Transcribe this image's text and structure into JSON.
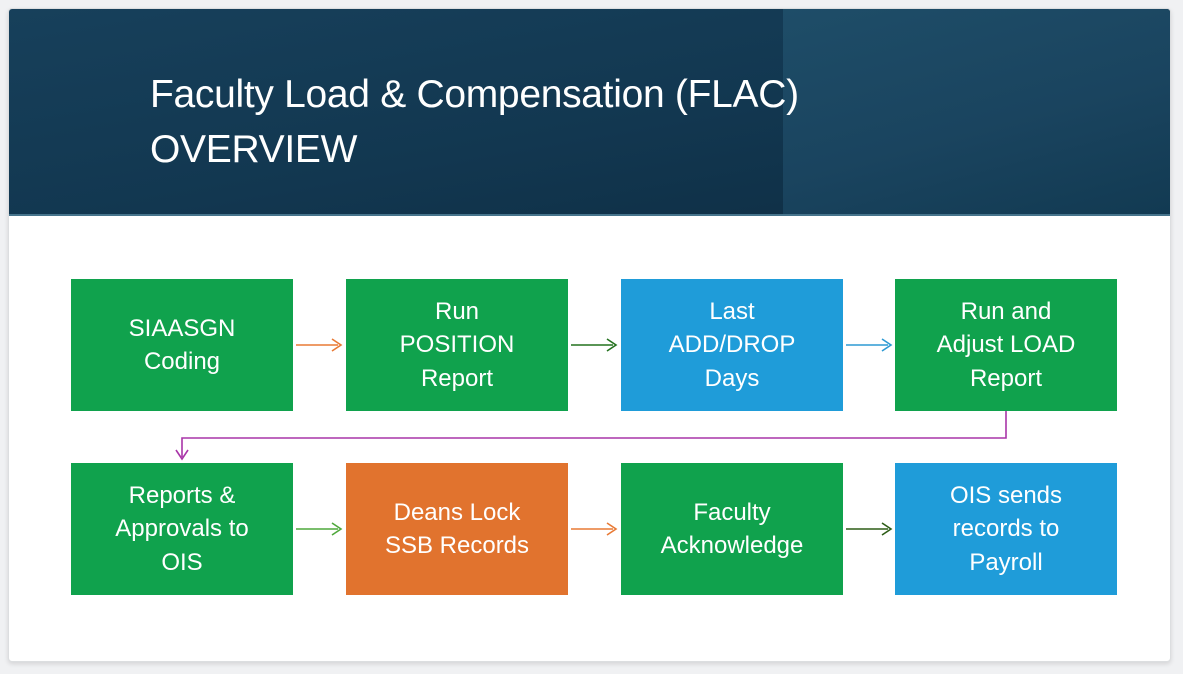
{
  "slide": {
    "title": {
      "line1": "Faculty Load & Compensation (FLAC)",
      "line2": "OVERVIEW"
    },
    "theme": {
      "header_bg_dark": "#123750",
      "header_bg_light": "#1e4d68",
      "header_edge_line": "#46748c",
      "box_green": "#10a24d",
      "box_blue": "#1f9cd9",
      "box_orange": "#e1732e",
      "box_text": "#ffffff",
      "slide_bg": "#ffffff",
      "page_bg": "#f0f1f3"
    },
    "flowchart": {
      "steps": [
        {
          "id": "siaasgn-coding",
          "label": "SIAASGN\nCoding",
          "color": "#10a24d"
        },
        {
          "id": "run-position-report",
          "label": "Run\nPOSITION\nReport",
          "color": "#10a24d"
        },
        {
          "id": "last-add-drop-days",
          "label": "Last\nADD/DROP\nDays",
          "color": "#1f9cd9"
        },
        {
          "id": "run-adjust-load",
          "label": "Run and\nAdjust LOAD\nReport",
          "color": "#10a24d"
        },
        {
          "id": "reports-approvals-ois",
          "label": "Reports &\nApprovals to\nOIS",
          "color": "#10a24d"
        },
        {
          "id": "deans-lock-ssb",
          "label": "Deans Lock\nSSB Records",
          "color": "#e1732e"
        },
        {
          "id": "faculty-acknowledge",
          "label": "Faculty\nAcknowledge",
          "color": "#10a24d"
        },
        {
          "id": "ois-sends-payroll",
          "label": "OIS sends\nrecords to\nPayroll",
          "color": "#1f9cd9"
        }
      ],
      "connectors": [
        {
          "from": "siaasgn-coding",
          "to": "run-position-report",
          "color": "#e87a35"
        },
        {
          "from": "run-position-report",
          "to": "last-add-drop-days",
          "color": "#24721f"
        },
        {
          "from": "last-add-drop-days",
          "to": "run-adjust-load",
          "color": "#2d9ad3"
        },
        {
          "from": "run-adjust-load",
          "to": "reports-approvals-ois",
          "color": "#a935a8"
        },
        {
          "from": "reports-approvals-ois",
          "to": "deans-lock-ssb",
          "color": "#4fa83c"
        },
        {
          "from": "deans-lock-ssb",
          "to": "faculty-acknowledge",
          "color": "#e87a35"
        },
        {
          "from": "faculty-acknowledge",
          "to": "ois-sends-payroll",
          "color": "#2d5d17"
        }
      ]
    }
  }
}
